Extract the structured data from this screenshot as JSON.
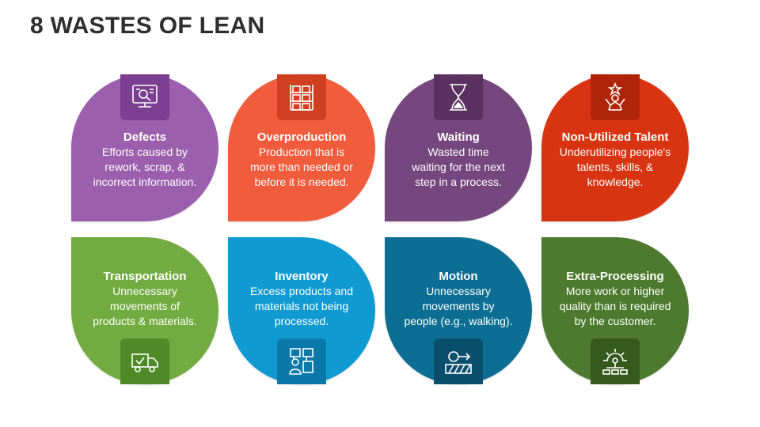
{
  "title": "8 WASTES OF LEAN",
  "colors": {
    "defects": "#9b5fae",
    "overproduction": "#f05c3c",
    "waiting": "#76477e",
    "talent": "#d93412",
    "transportation": "#72ac40",
    "inventory": "#0f9bd2",
    "motion": "#0d6e93",
    "extra": "#4d7a2e"
  },
  "wastes": [
    {
      "title": "Defects",
      "lines": [
        "Efforts caused by",
        "rework, scrap, &",
        "incorrect information."
      ],
      "icon": "defect-inspection-icon"
    },
    {
      "title": "Overproduction",
      "lines": [
        "Production that is",
        "more than needed or",
        "before it is needed."
      ],
      "icon": "shelves-boxes-icon"
    },
    {
      "title": "Waiting",
      "lines": [
        "Wasted time",
        "waiting for the next",
        "step in a process."
      ],
      "icon": "hourglass-icon"
    },
    {
      "title": "Non-Utilized Talent",
      "lines": [
        "Underutilizing people's",
        "talents, skills, &",
        "knowledge."
      ],
      "icon": "person-star-icon"
    },
    {
      "title": "Transportation",
      "lines": [
        "Unnecessary",
        "movements of",
        "products & materials."
      ],
      "icon": "delivery-truck-icon"
    },
    {
      "title": "Inventory",
      "lines": [
        "Excess products and",
        "materials not being",
        "processed."
      ],
      "icon": "worker-boxes-icon"
    },
    {
      "title": "Motion",
      "lines": [
        "Unnecessary",
        "movements by",
        "people (e.g., walking)."
      ],
      "icon": "conveyor-motion-icon"
    },
    {
      "title": "Extra-Processing",
      "lines": [
        "More work or higher",
        "quality than is required",
        "by the customer."
      ],
      "icon": "gear-network-icon"
    }
  ]
}
